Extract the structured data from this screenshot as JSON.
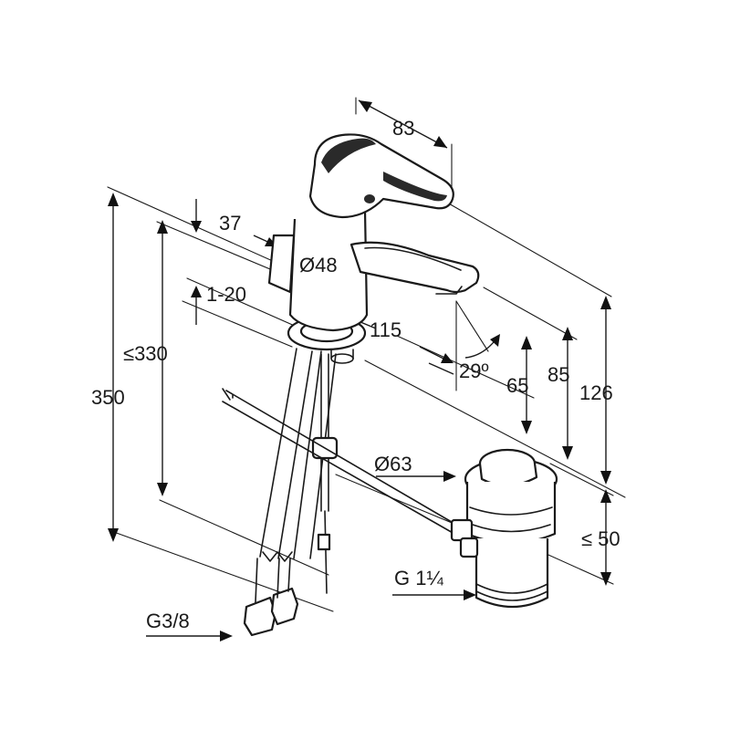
{
  "dimensions": {
    "spout_width": "83",
    "lever_offset": "37",
    "body_diameter": "Ø48",
    "deck_thickness": "1-20",
    "spout_reach": "115",
    "spout_angle": "29º",
    "spout_height": "65",
    "body_height": "85",
    "total_height_top": "126",
    "max_supply_length": "≤330",
    "total_length": "350",
    "waste_diameter": "Ø63",
    "waste_height": "≤ 50",
    "supply_thread": "G3/8",
    "waste_thread": "G 1¼"
  }
}
